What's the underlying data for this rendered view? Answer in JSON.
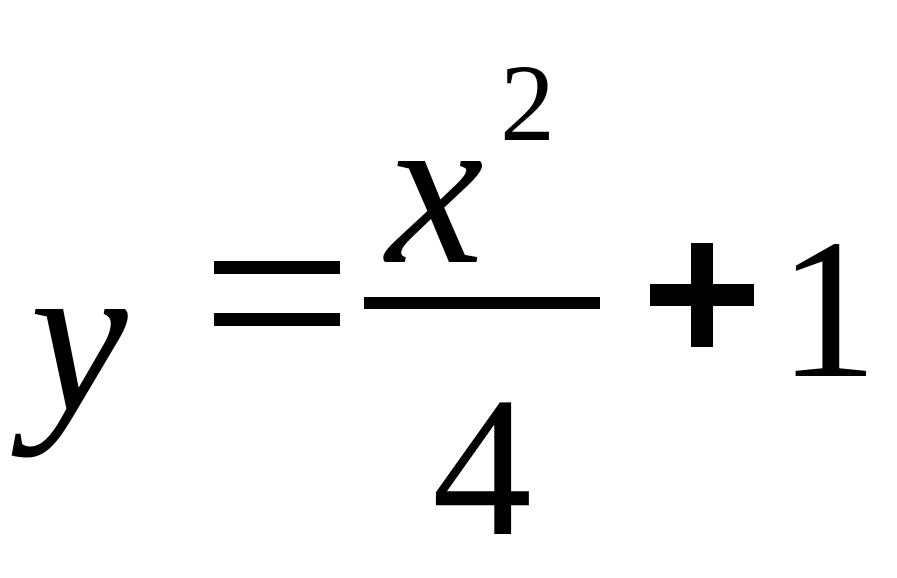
{
  "equation": {
    "lhs_variable": "y",
    "equals": "=",
    "numerator_variable": "x",
    "exponent": "2",
    "denominator": "4",
    "plus": "+",
    "constant": "1"
  }
}
